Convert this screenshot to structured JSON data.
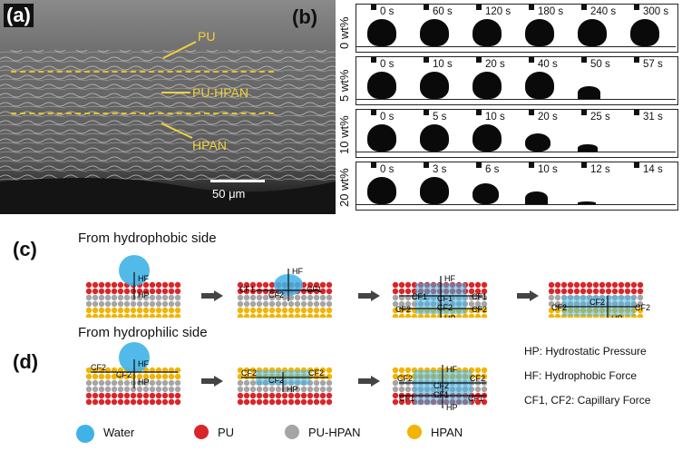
{
  "panel_labels": {
    "a": "(a)",
    "b": "(b)",
    "c": "(c)",
    "d": "(d)"
  },
  "sem": {
    "layers": [
      "PU",
      "PU-HPAN",
      "HPAN"
    ],
    "scale_bar": "50 μm"
  },
  "contact_angle": {
    "rows": [
      {
        "label": "0 wt%",
        "times": [
          "0 s",
          "60 s",
          "120 s",
          "180 s",
          "240 s",
          "300 s"
        ],
        "sizes": [
          1,
          1,
          1,
          1,
          1,
          1
        ]
      },
      {
        "label": "5 wt%",
        "times": [
          "0 s",
          "10 s",
          "20 s",
          "40 s",
          "50 s",
          "57 s"
        ],
        "sizes": [
          1,
          1,
          1,
          1,
          0.45,
          0
        ]
      },
      {
        "label": "10 wt%",
        "times": [
          "0 s",
          "5 s",
          "10 s",
          "20 s",
          "25 s",
          "31 s"
        ],
        "sizes": [
          1,
          1,
          1,
          0.65,
          0.25,
          0
        ]
      },
      {
        "label": "20 wt%",
        "times": [
          "0 s",
          "3 s",
          "6 s",
          "10 s",
          "12 s",
          "14 s"
        ],
        "sizes": [
          1,
          1,
          0.75,
          0.45,
          0.1,
          0
        ]
      }
    ]
  },
  "schematic": {
    "c_title": "From hydrophobic side",
    "d_title": "From hydrophilic side",
    "forces": {
      "hf": "HF",
      "hp": "HP",
      "cf1": "CF1",
      "cf2": "CF2"
    },
    "notes": [
      "HP: Hydrostatic  Pressure",
      "HF: Hydrophobic Force",
      "CF1, CF2: Capillary Force"
    ]
  },
  "legend": [
    {
      "label": "Water",
      "color": "#3fb3e6"
    },
    {
      "label": "PU",
      "color": "#d9262b"
    },
    {
      "label": "PU-HPAN",
      "color": "#a5a5a5"
    },
    {
      "label": "HPAN",
      "color": "#f2b400"
    }
  ]
}
